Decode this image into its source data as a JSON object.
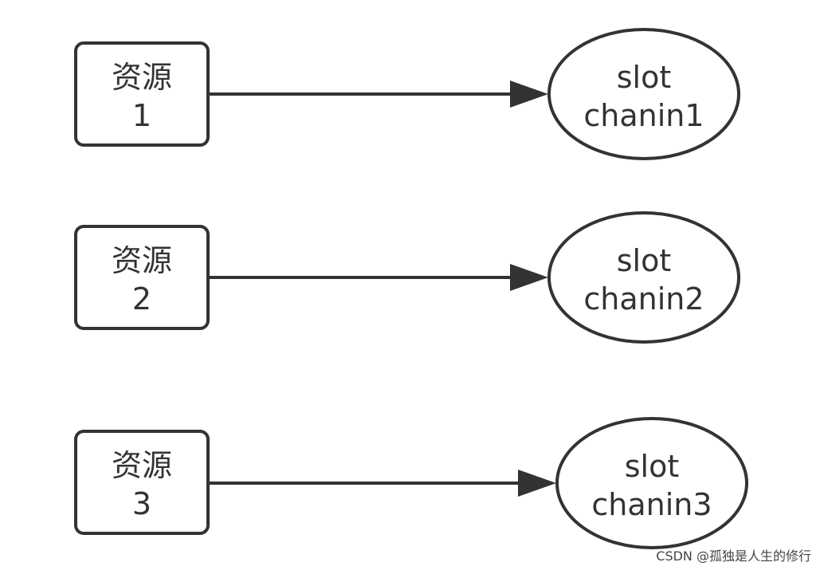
{
  "diagram": {
    "rows": [
      {
        "resource": {
          "line1": "资源",
          "line2": "1"
        },
        "slot": {
          "line1": "slot",
          "line2": "chanin1"
        }
      },
      {
        "resource": {
          "line1": "资源",
          "line2": "2"
        },
        "slot": {
          "line1": "slot",
          "line2": "chanin2"
        }
      },
      {
        "resource": {
          "line1": "资源",
          "line2": "3"
        },
        "slot": {
          "line1": "slot",
          "line2": "chanin3"
        }
      }
    ]
  },
  "watermark": {
    "text": "CSDN @孤独是人生的修行"
  },
  "colors": {
    "stroke": "#333333",
    "background": "#ffffff"
  }
}
